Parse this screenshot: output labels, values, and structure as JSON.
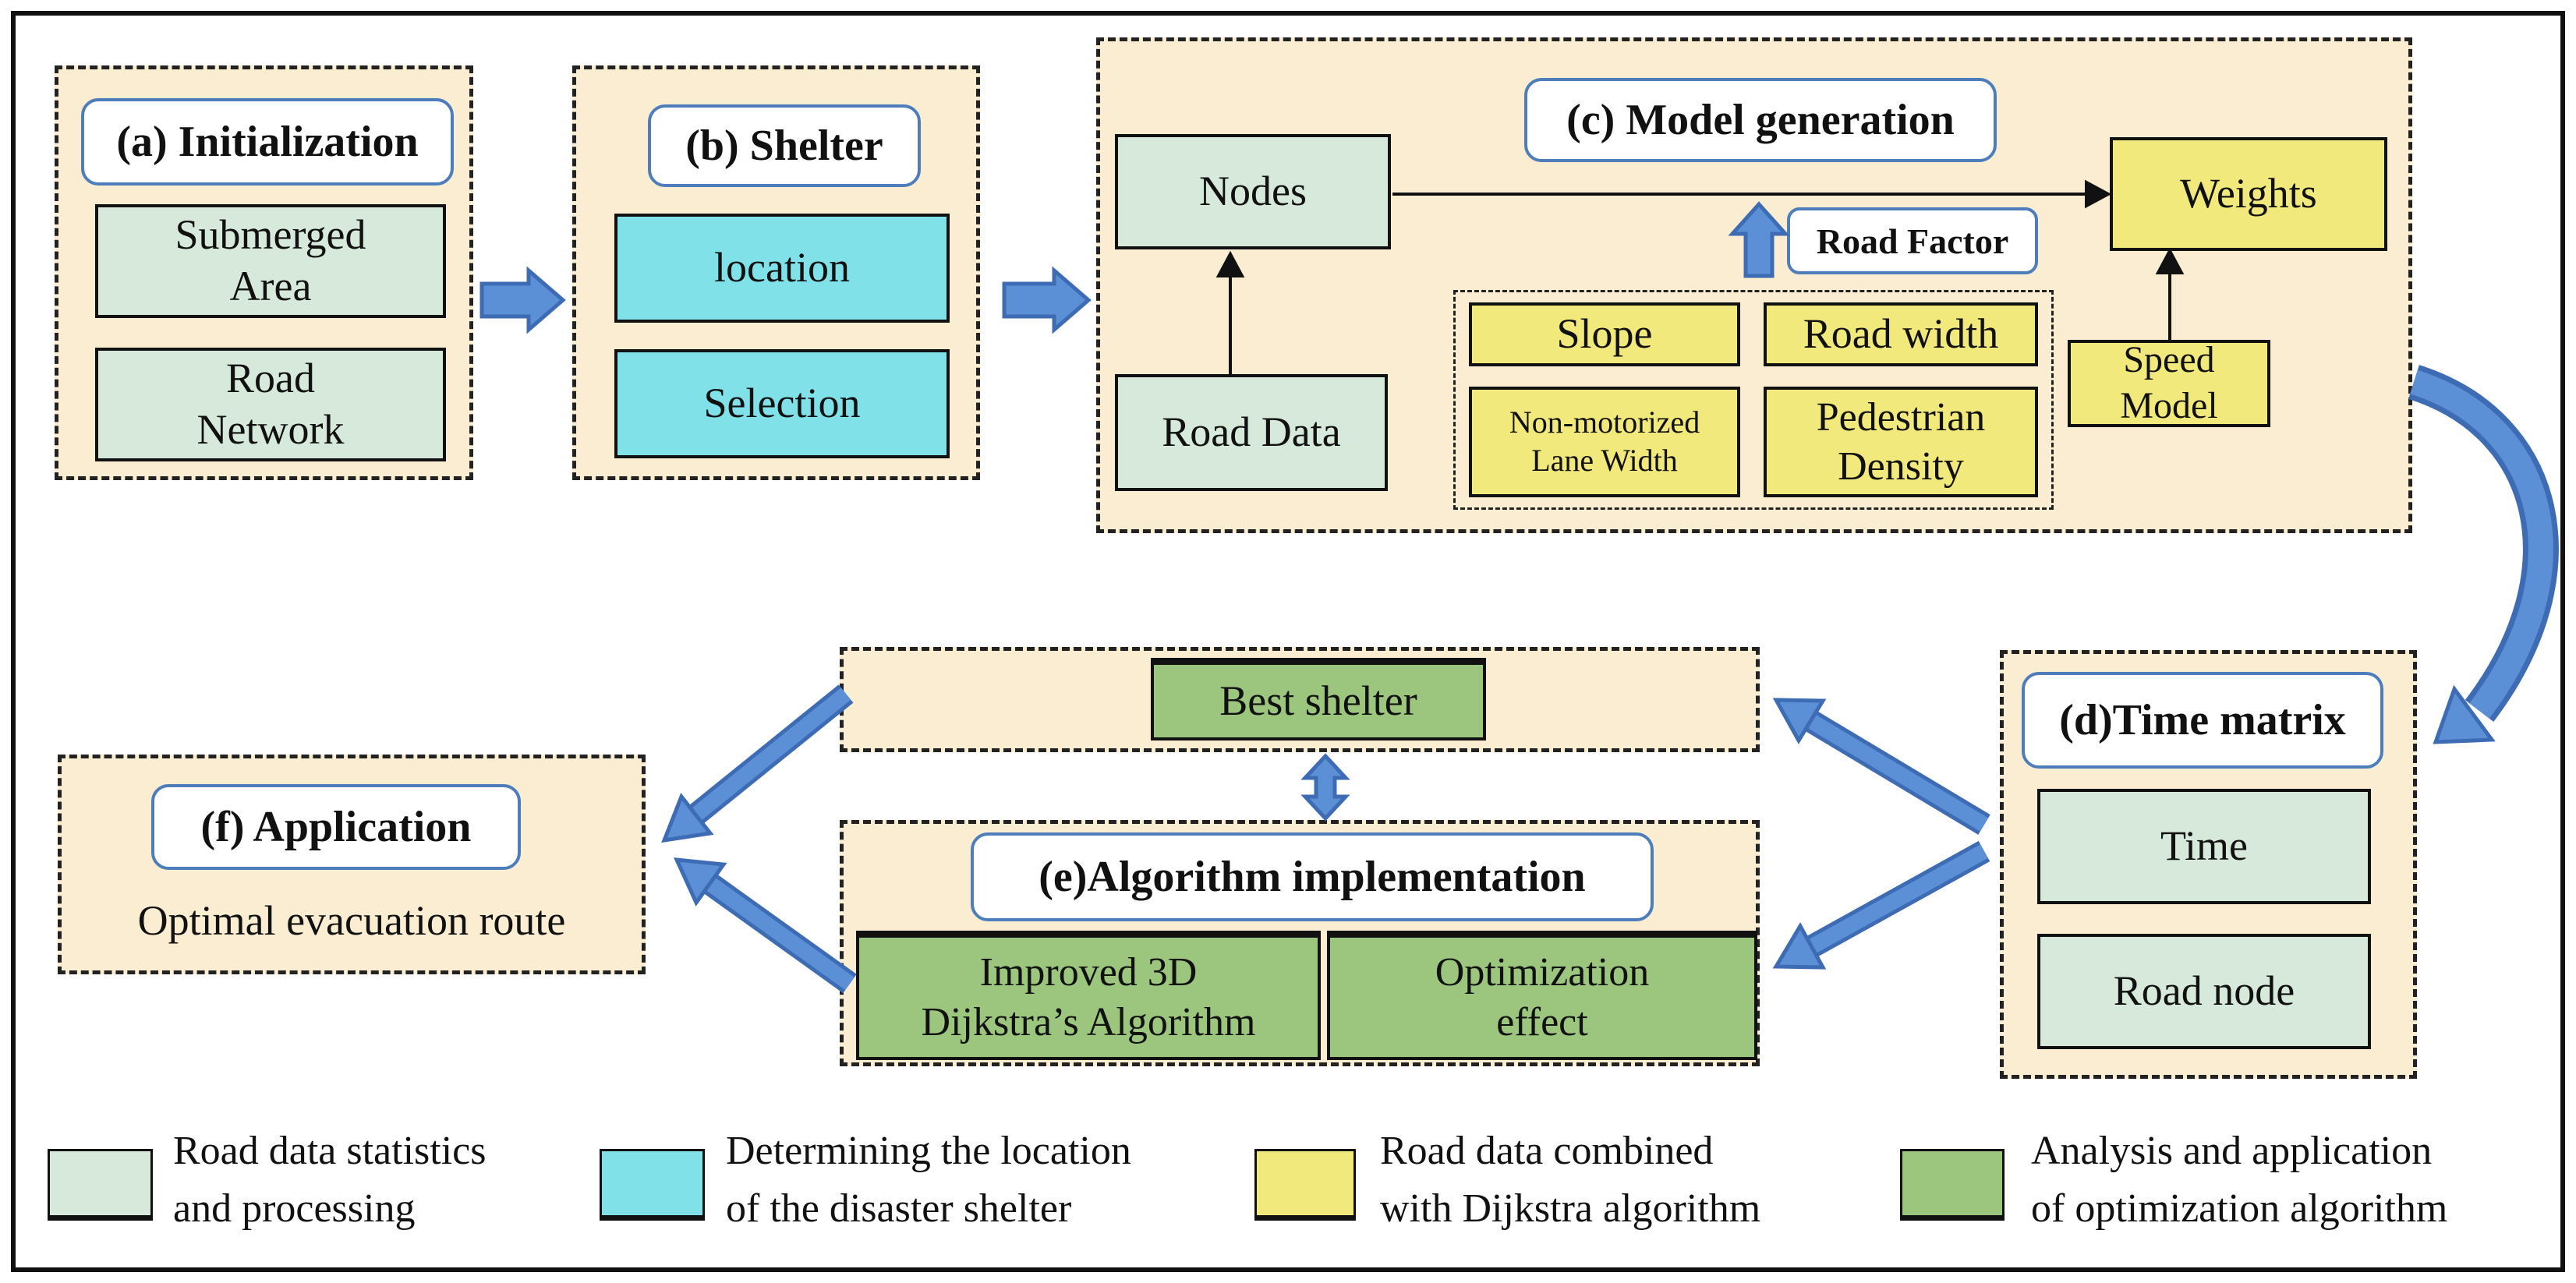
{
  "palette": {
    "cream": "#FBEDD2",
    "pale_green": "#D6E9DA",
    "cyan": "#80E1E8",
    "yellow": "#F2E97C",
    "green": "#9CC67E",
    "blue": "#5B8FD6",
    "blue_dark": "#3D6CB4",
    "title_border": "#4D7EBB"
  },
  "flow": {
    "a": {
      "title": "(a) Initialization",
      "submerged_area": "Submerged\nArea",
      "road_network": "Road\nNetwork"
    },
    "b": {
      "title": "(b) Shelter",
      "location": "location",
      "selection": "Selection"
    },
    "c": {
      "title": "(c) Model generation",
      "nodes": "Nodes",
      "road_data": "Road Data",
      "road_factor": "Road Factor",
      "slope": "Slope",
      "road_width": "Road width",
      "non_motorized": "Non-motorized\nLane Width",
      "pedestrian_density": "Pedestrian\nDensity",
      "weights": "Weights",
      "speed_model": "Speed\nModel"
    },
    "d": {
      "title": "(d)Time matrix",
      "time": "Time",
      "road_node": "Road node"
    },
    "e": {
      "title": "(e)Algorithm implementation",
      "best_shelter": "Best shelter",
      "improved": "Improved 3D\nDijkstra’s Algorithm",
      "optimization": "Optimization\neffect"
    },
    "f": {
      "title": "(f) Application",
      "caption": "Optimal evacuation route"
    }
  },
  "legend": {
    "items": [
      {
        "color": "#D6E9DA",
        "label": "Road data statistics\nand processing"
      },
      {
        "color": "#80E1E8",
        "label": "Determining the location\nof the disaster shelter"
      },
      {
        "color": "#F2E97C",
        "label": "Road data combined\nwith Dijkstra algorithm"
      },
      {
        "color": "#9CC67E",
        "label": "Analysis and application\nof optimization algorithm"
      }
    ]
  }
}
